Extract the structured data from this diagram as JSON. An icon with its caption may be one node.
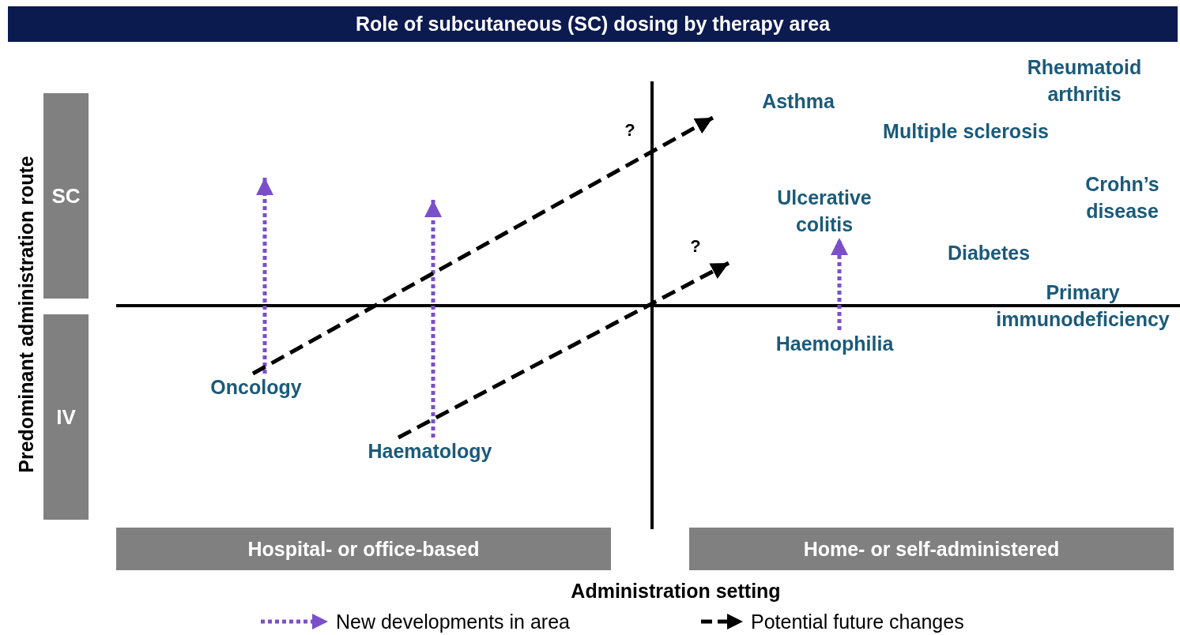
{
  "diagram": {
    "title": "Role of subcutaneous (SC) dosing by therapy area",
    "nodes": [
      {
        "text": [
          "SC"
        ]
      },
      {
        "text": [
          "IV"
        ]
      },
      {
        "text": [
          "Hospital- or office-based"
        ]
      },
      {
        "text": [
          "Home- or self-administered"
        ]
      },
      {
        "text": [
          "Oncology"
        ]
      },
      {
        "text": [
          "Haematology"
        ]
      },
      {
        "text": [
          "Asthma"
        ]
      },
      {
        "text": [
          "Rheumatoid arthritis"
        ]
      },
      {
        "text": [
          "Multiple sclerosis"
        ]
      },
      {
        "text": [
          "Crohn’s disease"
        ]
      },
      {
        "text": [
          "Ulcerative colitis"
        ]
      },
      {
        "text": [
          "Diabetes"
        ]
      },
      {
        "text": [
          "Primary immunodeficiency"
        ]
      },
      {
        "text": [
          "Haemophilia"
        ]
      }
    ],
    "edges": [
      {
        "from": 4,
        "to": null,
        "arrow": "to",
        "style": "dashed"
      },
      {
        "from": 5,
        "to": null,
        "arrow": "to",
        "style": "dashed"
      },
      {
        "from": 13,
        "to": 10,
        "arrow": "to",
        "style": "dashed"
      },
      {
        "from": 4,
        "to": null,
        "arrow": "to",
        "style": "dashed",
        "color": "#000000",
        "label": "?"
      },
      {
        "from": 5,
        "to": null,
        "arrow": "to",
        "style": "dashed",
        "color": "#000000",
        "label": "?"
      }
    ],
    "labels": [
      "Predominant administration route",
      "Administration setting"
    ],
    "legend": [
      {
        "text": "New developments in area"
      },
      {
        "text": "Potential future changes"
      }
    ]
  }
}
